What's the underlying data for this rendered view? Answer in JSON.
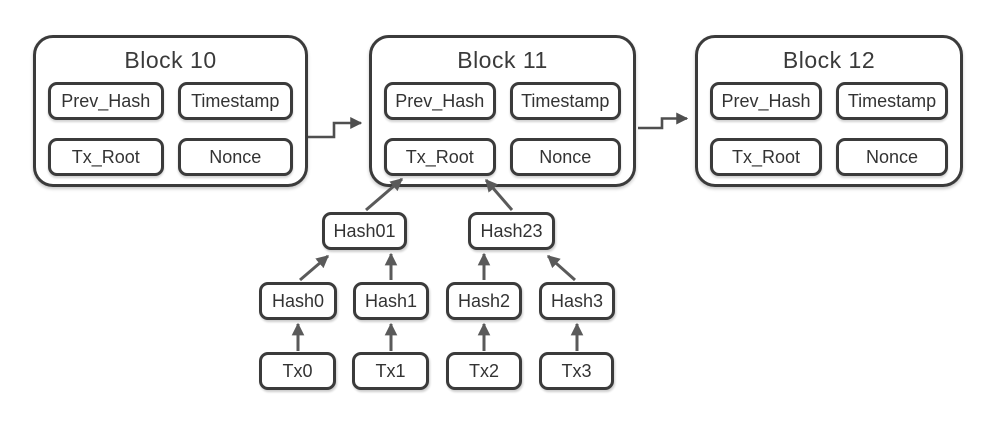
{
  "blocks": [
    {
      "title": "Block 10",
      "fields": [
        "Prev_Hash",
        "Timestamp",
        "Tx_Root",
        "Nonce"
      ]
    },
    {
      "title": "Block 11",
      "fields": [
        "Prev_Hash",
        "Timestamp",
        "Tx_Root",
        "Nonce"
      ]
    },
    {
      "title": "Block 12",
      "fields": [
        "Prev_Hash",
        "Timestamp",
        "Tx_Root",
        "Nonce"
      ]
    }
  ],
  "merkle_tree": {
    "parent_nodes": [
      "Hash01",
      "Hash23"
    ],
    "hash_nodes": [
      "Hash0",
      "Hash1",
      "Hash2",
      "Hash3"
    ],
    "transaction_nodes": [
      "Tx0",
      "Tx1",
      "Tx2",
      "Tx3"
    ]
  },
  "links": {
    "chain": [
      "Block 10 → Block 11",
      "Block 11 → Block 12"
    ],
    "merkle": [
      "Tx0 → Hash0",
      "Tx1 → Hash1",
      "Tx2 → Hash2",
      "Tx3 → Hash3",
      "Hash0 → Hash01",
      "Hash1 → Hash01",
      "Hash2 → Hash23",
      "Hash3 → Hash23",
      "Hash01 → Tx_Root",
      "Hash23 → Tx_Root"
    ]
  },
  "colors": {
    "background": "#ffffff",
    "box_border": "#3b3b3b",
    "text": "#333333",
    "tree_arrow": "#5a5a5a",
    "chain_connector": "#4f4f4f"
  }
}
